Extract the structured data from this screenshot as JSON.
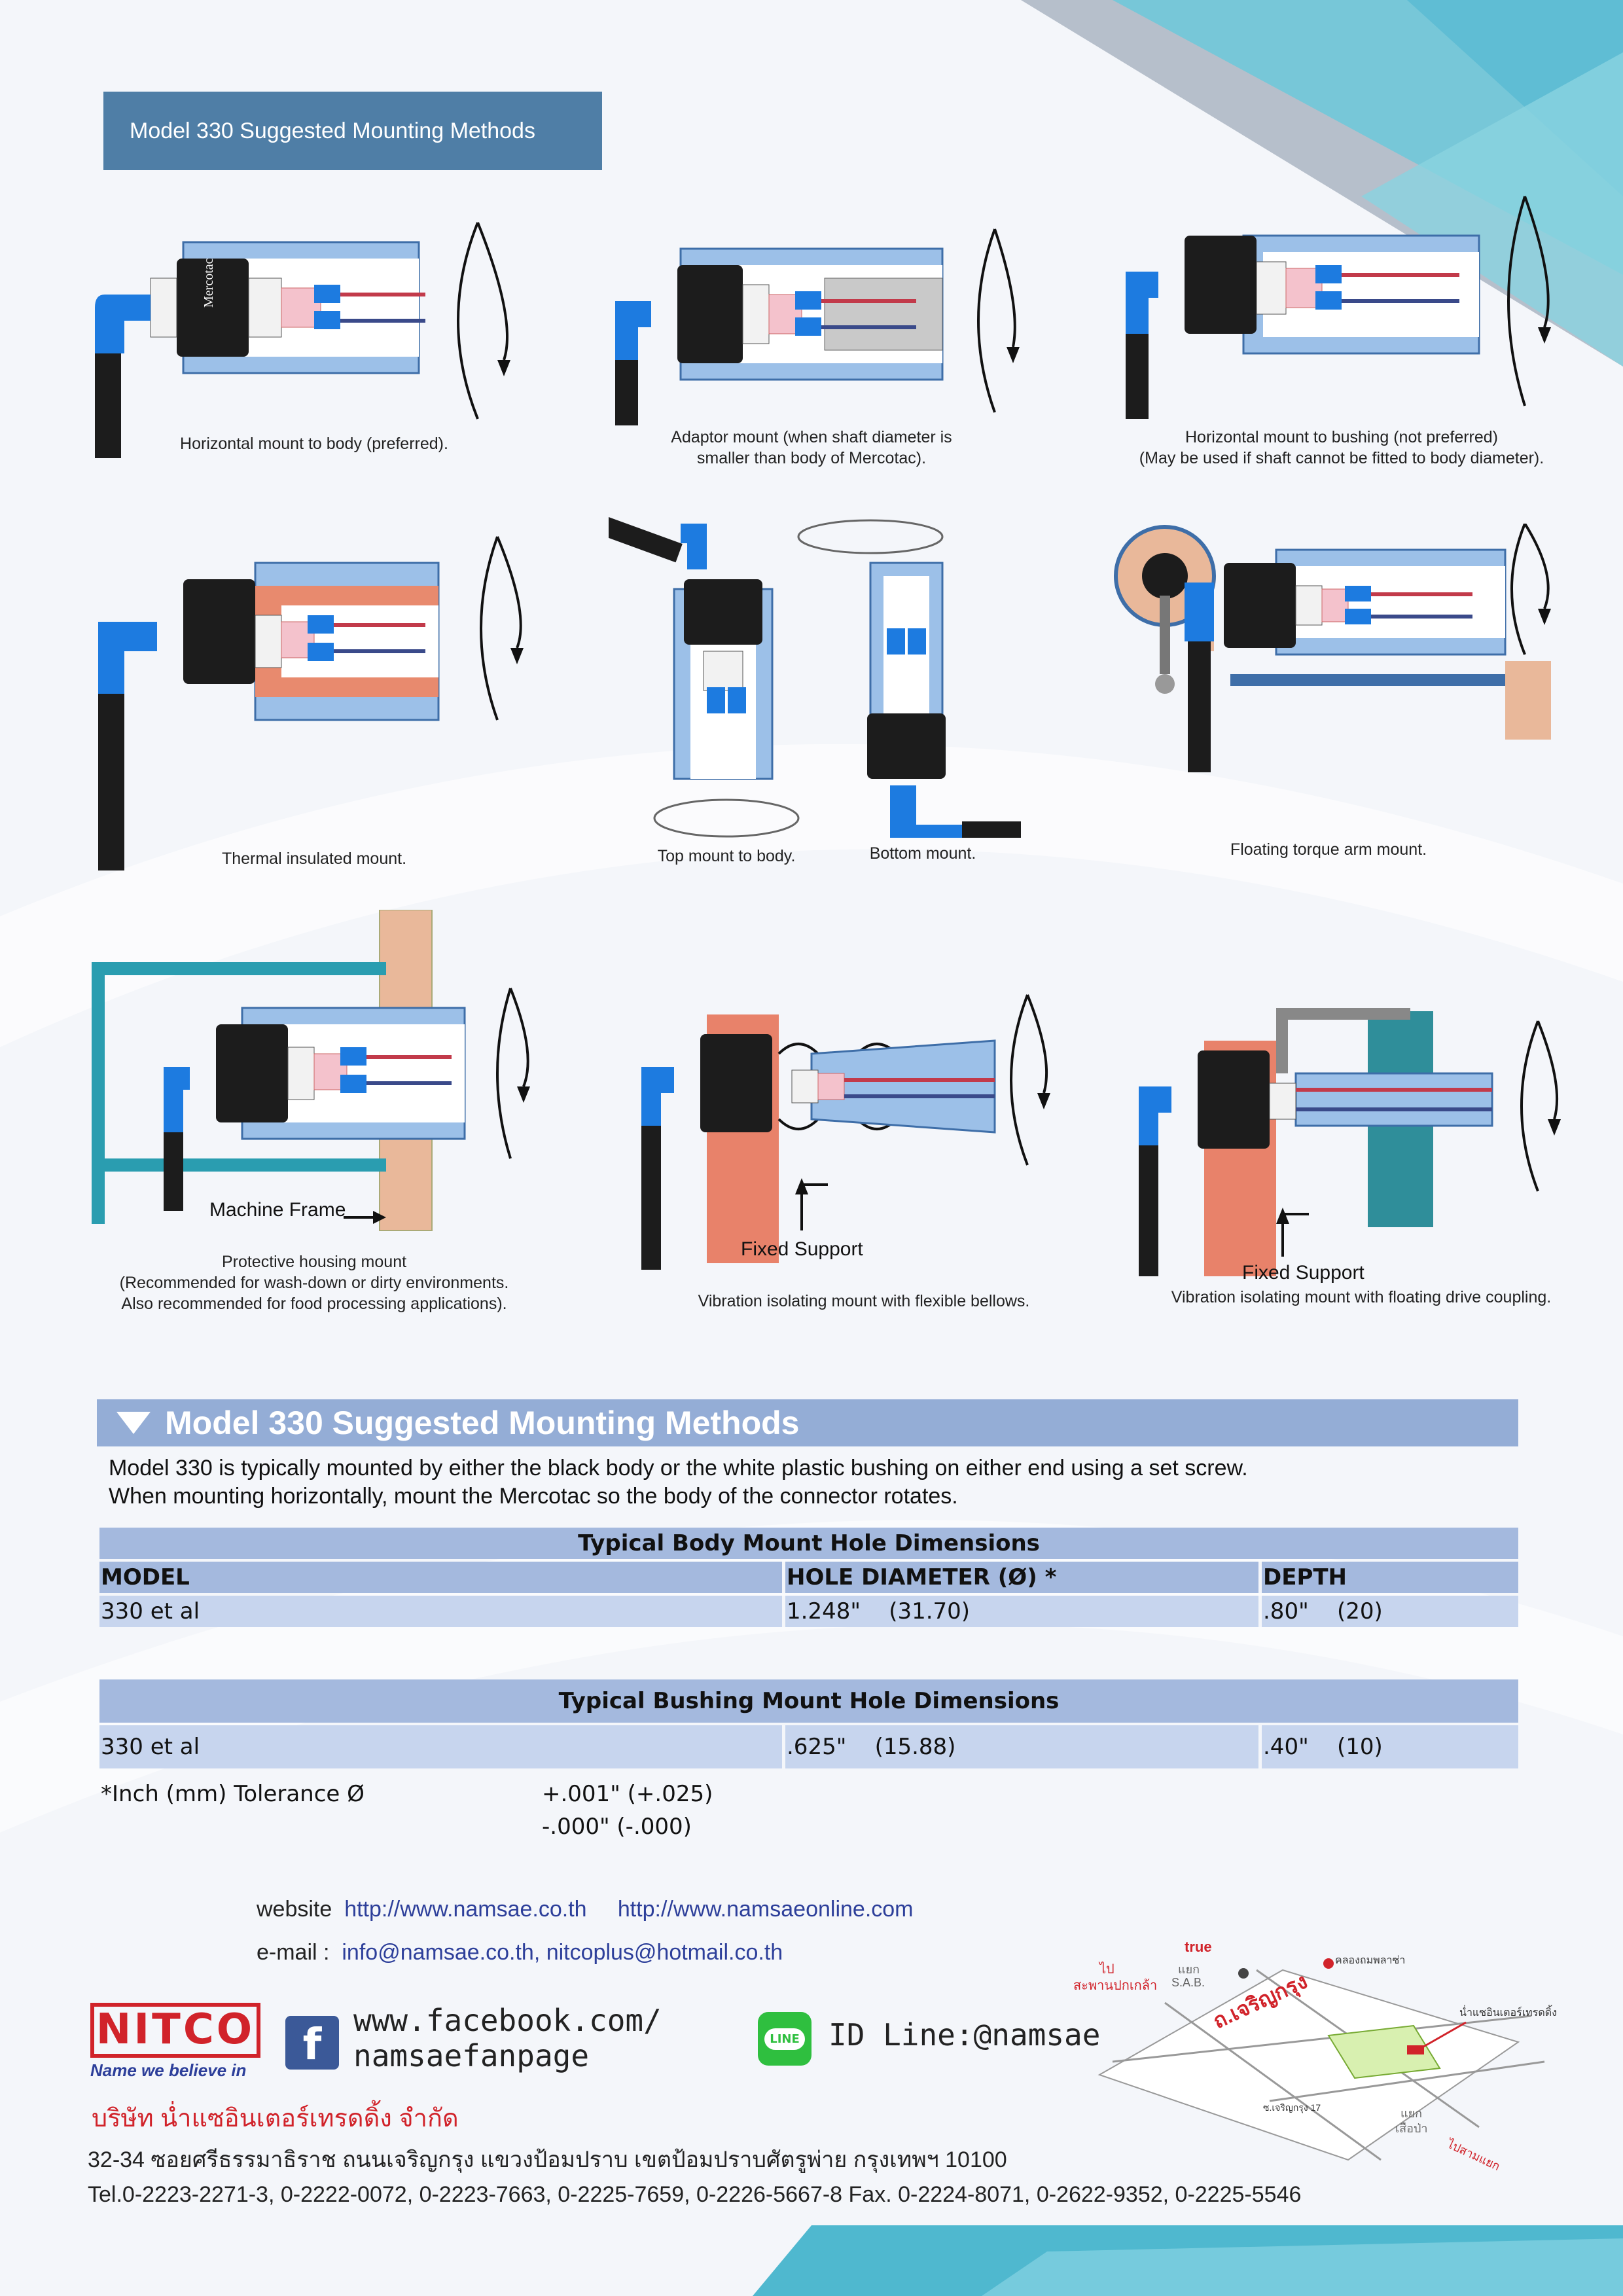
{
  "header": {
    "title": "Model  330  Suggested Mounting Methods"
  },
  "figures": {
    "f1": "Horizontal mount to body (preferred).",
    "f2": "Adaptor mount (when shaft diameter is\nsmaller than body of Mercotac).",
    "f3": "Horizontal mount to bushing (not preferred)\n(May be used if shaft cannot be fitted to body diameter).",
    "f4": "Thermal insulated mount.",
    "f5a": "Top mount to body.",
    "f5b": "Bottom mount.",
    "f6": "Floating torque arm mount.",
    "f7": "Protective housing mount\n(Recommended for wash-down or dirty environments.\nAlso recommended for food processing applications).",
    "f7_label": "Machine Frame",
    "f8": "Vibration isolating mount with flexible bellows.",
    "f8_label": "Fixed Support",
    "f9": "Vibration isolating mount with floating drive coupling.",
    "f9_label": "Fixed Support",
    "brand": "Mercotac"
  },
  "section": {
    "title": "Model 330 Suggested Mounting Methods",
    "paragraph_1": "Model 330 is typically mounted by either the black body or the white plastic bushing on either end using a set screw.",
    "paragraph_2": "When mounting horizontally, mount the Mercotac so the body of the connector rotates."
  },
  "body_table": {
    "title": "Typical Body Mount Hole Dimensions",
    "headers": [
      "MODEL",
      "HOLE DIAMETER (Ø) *",
      "DEPTH"
    ],
    "rows": [
      [
        "330 et al",
        "1.248\"    (31.70)",
        ".80\"    (20)"
      ]
    ]
  },
  "bushing_table": {
    "title": "Typical Bushing Mount Hole Dimensions",
    "rows": [
      [
        "330 et al",
        ".625\"    (15.88)",
        ".40\"    (10)"
      ]
    ]
  },
  "tolerance": {
    "label": "*Inch (mm) Tolerance Ø",
    "plus": "+.001\" (+.025)",
    "minus": "-.000\" (-.000)"
  },
  "contact": {
    "website_label": "website",
    "website_1": "http://www.namsae.co.th",
    "website_2": "http://www.namsaeonline.com",
    "email_label": "e-mail :",
    "emails": "info@namsae.co.th, nitcoplus@hotmail.co.th",
    "facebook_1": "www.facebook.com/",
    "facebook_2": "namsaefanpage",
    "line": "ID Line:@namsae",
    "line_badge": "LINE",
    "logo_text": "NITCO",
    "slogan": "Name we believe in"
  },
  "company": {
    "name": "บริษัท น่ำแซอินเตอร์เทรดดิ้ง จำกัด",
    "address": "32-34 ซอยศรีธรรมาธิราช ถนนเจริญกรุง แขวงป้อมปราบ เขตป้อมปราบศัตรูพ่าย กรุงเทพฯ 10100",
    "phone": "Tel.0-2223-2271-3, 0-2222-0072, 0-2223-7663, 0-2225-7659, 0-2226-5667-8 Fax. 0-2224-8071, 0-2622-9352, 0-2225-5546"
  },
  "map": {
    "true_label": "true",
    "go_label": "ไป",
    "bridge_label": "สะพานปกเกล้า",
    "sab_label_1": "แยก",
    "sab_label_2": "S.A.B.",
    "road_label": "ถ.เจริญกรุง",
    "market_label": "คลองถมพลาซ่า",
    "company_label": "น่ำแซอินเตอร์เทรดดิ้ง",
    "soi_label": "ซ.เจริญกรุง 17",
    "junction_1": "แยก",
    "junction_2": "เสือป่า",
    "junction_3": "ไปสามแยก"
  },
  "colors": {
    "accent": "#4f7ea6",
    "section_bar": "#94add6",
    "table_header": "#a4b9de",
    "table_cell": "#c7d5ee",
    "link": "#2d3f9a",
    "red": "#d1232a",
    "teal": "#4fb8cf"
  }
}
